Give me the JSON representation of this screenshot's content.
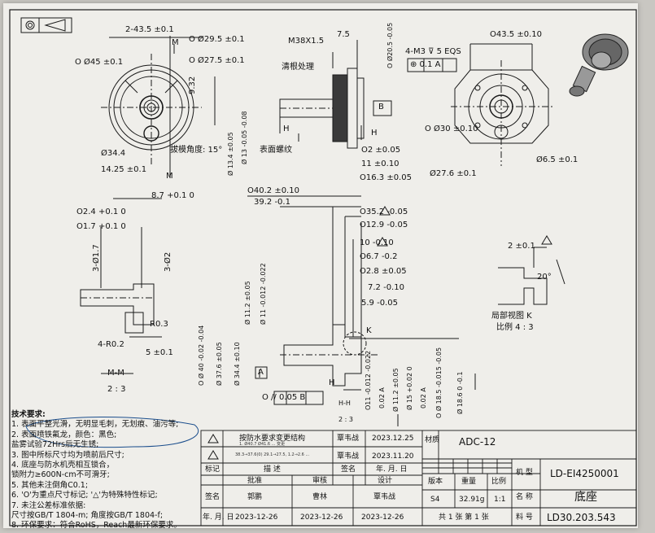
{
  "top_left": {
    "projection_symbol": "⊕ ◁",
    "dims": {
      "d1": "2-43.5 ±0.1",
      "m_top": "M",
      "d29": "O Ø29.5 ±0.1",
      "d45": "O Ø45 ±0.1",
      "d27": "O Ø27.5 ±0.1",
      "d932": "9.32",
      "d344": "Ø34.4",
      "draft": "拔模角度: 15°",
      "d1425": "14.25 ±0.1",
      "m_bot": "M"
    }
  },
  "side_view": {
    "m38": "M38X1.5",
    "d75": "7.5",
    "d205": "O Ø20.5 -0.05",
    "root_clean": "清根处理",
    "thread": "表面螺纹",
    "h1": "H",
    "h2": "H",
    "d134": "Ø 13.4 ±0.05",
    "d13": "Ø 13 -0.05 -0.08",
    "d2": "O2 ±0.05",
    "d11": "11 ±0.10",
    "d163": "O16.3 ±0.05",
    "datum_b": "B"
  },
  "front_view": {
    "d435": "O43.5 ±0.10",
    "holes": "4-M3 ⊽ 5 EQS",
    "pos_tol": "⊕ 0.1 A",
    "d30": "O Ø30 ±0.10",
    "d65": "Ø6.5 ±0.1",
    "d276": "Ø27.6 ±0.1"
  },
  "mid_left": {
    "d87": "8.7 +0.1 0",
    "d24": "O2.4 +0.1 0",
    "d17": "O1.7 +0.1 0",
    "c17": "3-Ø1.7",
    "c2": "3-Ø2",
    "r03": "R0.3",
    "r02": "4-R0.2",
    "d5": "5 ±0.1",
    "mm": "M-M",
    "scale": "2 : 3"
  },
  "section": {
    "d402": "O40.2 ±0.10",
    "d392": "39.2 -0.1",
    "d352": "O35.2 -0.05",
    "d129": "O12.9 -0.05",
    "d10": "10 -0.10",
    "d67": "O6.7 -0.2",
    "d28": "O2.8 ±0.05",
    "d72": "7.2 -0.10",
    "d59": "5.9 -0.05",
    "d112": "Ø 11.2 ±0.05",
    "d11": "Ø 11 -0.012 -0.022",
    "d40": "O Ø 40 -0.02 -0.04",
    "d376": "Ø 37.6 ±0.05",
    "d344": "Ø 34.4 ±0.10",
    "datum_a": "A",
    "k": "K",
    "h": "H",
    "flat": "O // 0.05 B",
    "hh": "H-H",
    "hh_scale": "2 : 3",
    "b11": "O11 -0.012 -0.022",
    "b002a": "0.02 A",
    "b112": "Ø 11.2 ±0.05",
    "b15": "Ø 15 +0.02 0",
    "b002b": "0.02 A",
    "b185": "O Ø 18.5 -0.015 -0.05",
    "b186": "Ø 18.6 0 -0.1"
  },
  "detail_k": {
    "d2": "2 ±0.1",
    "a20": "20°",
    "title": "局部视图 K",
    "scale": "比例 4 : 3"
  },
  "notes": {
    "title": "技术要求:",
    "lines": [
      "1. 表面平整光滑，无明显毛刺，无划痕、油污等;",
      "2. 表面喷铁氟龙，颜色：黑色;",
      "   盐雾试验72Hrs后无生锈;",
      "3. 图中所标尺寸均为喷前后尺寸;",
      "4. 底座与防水机壳相互锁合，",
      "   锁附力≥600N-cm不可滑牙;",
      "5. 其他未注倒角C0.1;",
      "6. 'O'为重点尺寸标记; '△'为特殊特性标记;",
      "7. 未注公差标准依据:",
      "   尺寸按GB/T 1804-m; 角度按GB/T 1804-f;",
      "8. 环保要求：符合RoHS，Reach最新环保要求。"
    ]
  },
  "title_block": {
    "rev_row1": "按防水要求变更结构",
    "rev_row1_name": "覃韦战",
    "rev_row1_date": "2023.12.25",
    "rev_row1_detail": "1. Ø40.7 Ø41.6 ... 变更",
    "rev_row2_name": "覃韦战",
    "rev_row2_date": "2023.11.20",
    "rev_row2_detail": "38.3→37.6(0) 29.1→27.5, 1.2→2.6 ...",
    "mark_label": "标记",
    "desc_label": "描    述",
    "sign_label": "签名",
    "date_label": "年. 月. 日",
    "approve": "批准",
    "review": "审核",
    "design": "设计",
    "sign_row": "签名",
    "approve_name": "郭鹏",
    "review_name": "曹林",
    "design_name": "覃韦战",
    "date_row": "年. 月. 日",
    "d1": "2023-12-26",
    "d2": "2023-12-26",
    "d3": "2023-12-26",
    "material_label": "材质",
    "material": "ADC-12",
    "version_label": "版本",
    "weight_label": "重量",
    "ratio_label": "比例",
    "version": "S4",
    "weight": "32.91g",
    "ratio": "1:1",
    "pages": "共 1 张 第 1 张",
    "model_label": "机  型",
    "model": "LD-EI4250001",
    "name_label": "名  称",
    "name": "底座",
    "part_label": "料  号",
    "part": "LD30.203.543"
  }
}
